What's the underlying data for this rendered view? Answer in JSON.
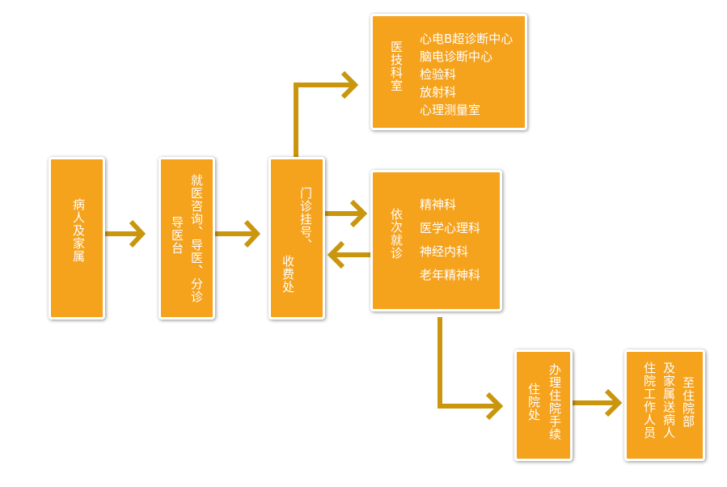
{
  "colors": {
    "box_fill": "#f5a21d",
    "arrow": "#c9960e",
    "text": "#ffffff"
  },
  "nodes": {
    "patient": {
      "line1": "病人及家属"
    },
    "guide": {
      "line1": "就医咨询、导医、分诊",
      "line2": "导医台"
    },
    "registration": {
      "line1": "门诊挂号、",
      "line2": "收费处"
    },
    "medtech": {
      "title": "医技科室",
      "items": [
        "心电B超诊断中心",
        "脑电诊断中心",
        "检验科",
        "放射科",
        "心理测量室"
      ]
    },
    "visit": {
      "title": "依次就诊",
      "items": [
        "精神科",
        "医学心理科",
        "神经内科",
        "老年精神科"
      ]
    },
    "inpatient": {
      "line1": "办理住院手续",
      "line2": "住院处"
    },
    "ward": {
      "line1": "至住院部",
      "line2": "及家属送病人",
      "line3": "住院工作人员"
    }
  }
}
